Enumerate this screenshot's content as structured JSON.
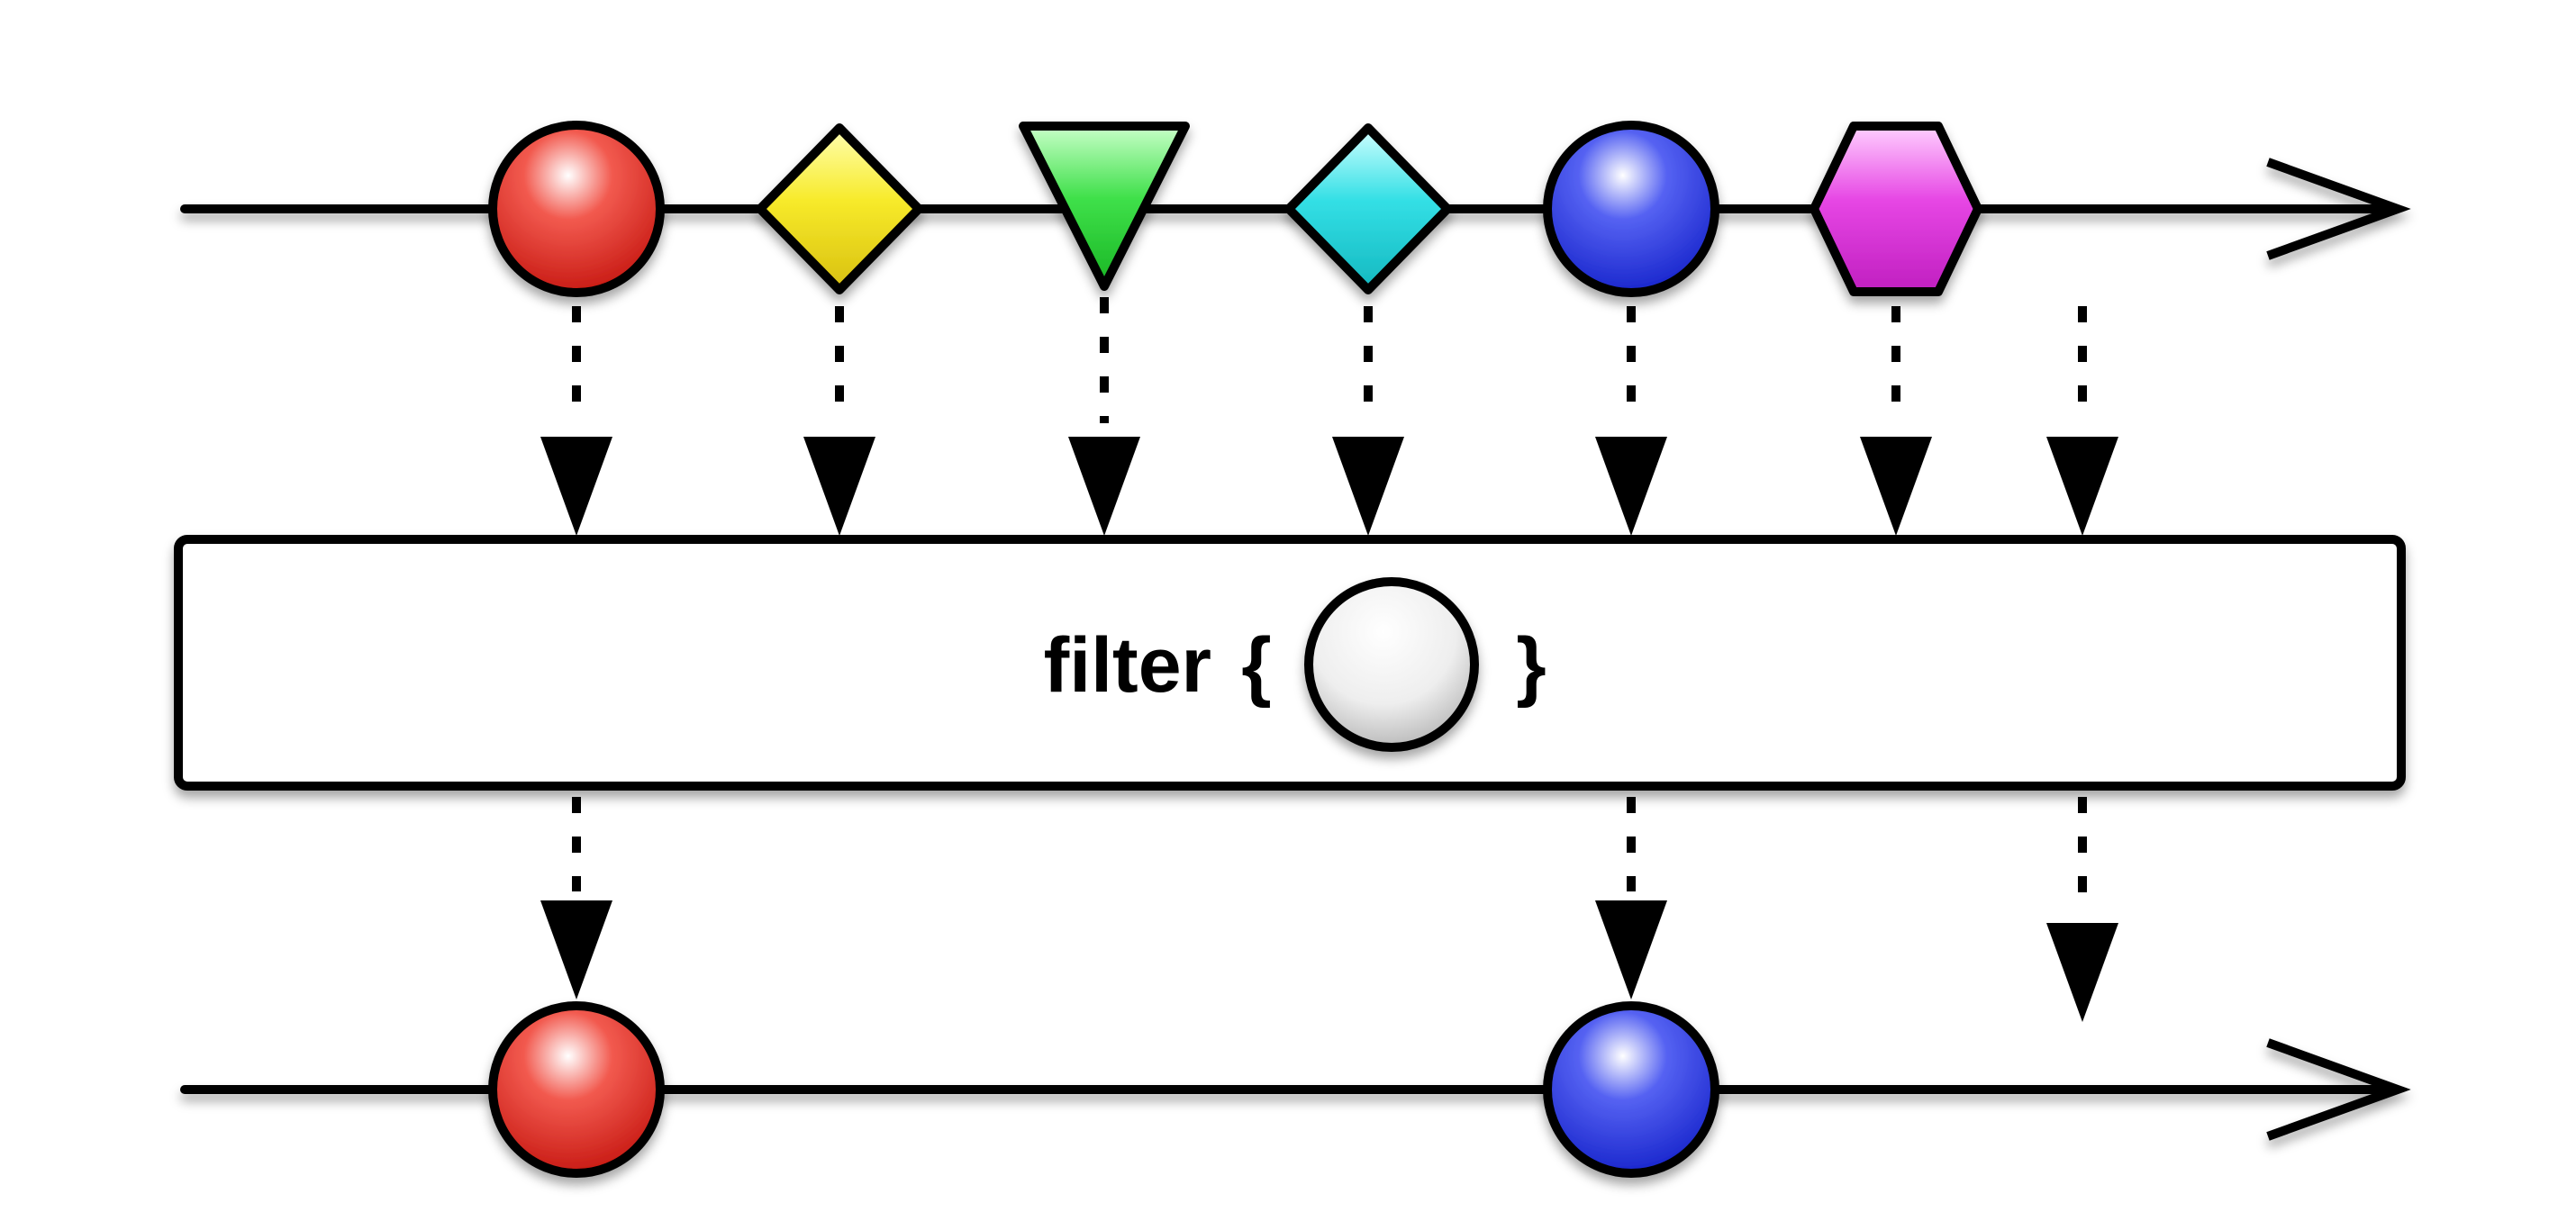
{
  "operator": {
    "name": "filter",
    "open_brace": "{",
    "close_brace": "}",
    "predicate_marble": "white-circle"
  },
  "colors": {
    "red": "#e0201a",
    "yellow": "#f2e21a",
    "green": "#2fd63a",
    "cyan": "#2fd8de",
    "blue": "#2230e6",
    "magenta": "#e23ae0",
    "white": "#f4f4f4",
    "stroke": "#000000",
    "background": "#ffffff"
  },
  "source_stream": {
    "items": [
      {
        "shape": "circle",
        "color": "red"
      },
      {
        "shape": "diamond",
        "color": "yellow"
      },
      {
        "shape": "triangle",
        "color": "green"
      },
      {
        "shape": "diamond",
        "color": "cyan"
      },
      {
        "shape": "circle",
        "color": "blue"
      },
      {
        "shape": "hexagon",
        "color": "magenta"
      }
    ],
    "completes": true
  },
  "result_stream": {
    "items": [
      {
        "shape": "circle",
        "color": "red"
      },
      {
        "shape": "circle",
        "color": "blue"
      }
    ],
    "completes": true
  }
}
